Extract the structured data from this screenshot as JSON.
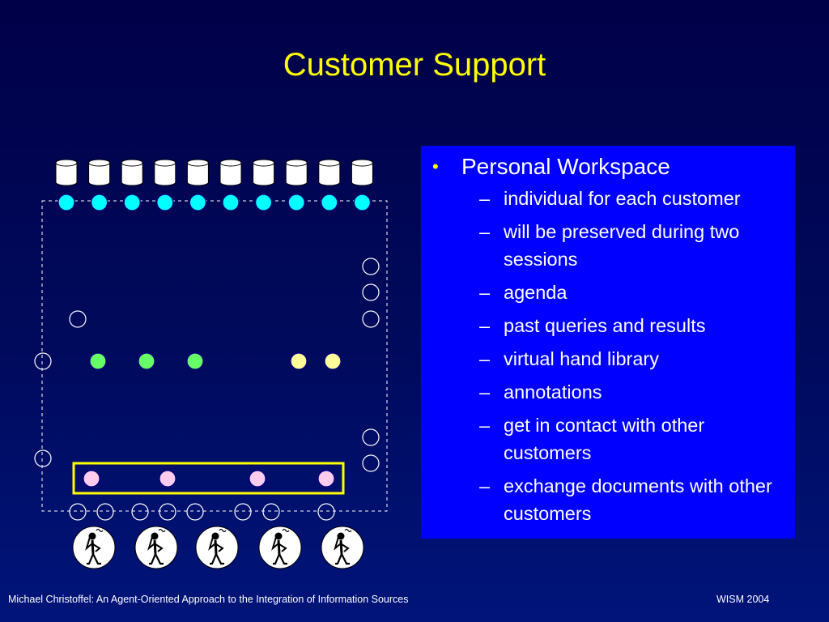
{
  "slide": {
    "title": "Customer Support",
    "bullet": {
      "text": "Personal Workspace",
      "subitems": [
        "individual for each customer",
        "will be preserved during two sessions",
        "agenda",
        "past queries and results",
        "virtual hand library",
        "annotations",
        "get in contact with other customers",
        "exchange documents with other customers"
      ]
    }
  },
  "footer": {
    "left": "Michael Christoffel: An Agent-Oriented Approach to the Integration of Information Sources",
    "right": "WISM 2004"
  },
  "colors": {
    "title": "#ffff00",
    "panel": "#0000ff",
    "cyan_node": "#00ffff",
    "green_node": "#66ff66",
    "yellow_node": "#ffff99",
    "pink_node": "#ffccee",
    "highlight_box": "#ffff00"
  },
  "diagram": {
    "database_icons": 10,
    "source_agents": 10,
    "green_agents": 3,
    "yellow_agents": 2,
    "pink_agents": 4,
    "users": 5
  }
}
